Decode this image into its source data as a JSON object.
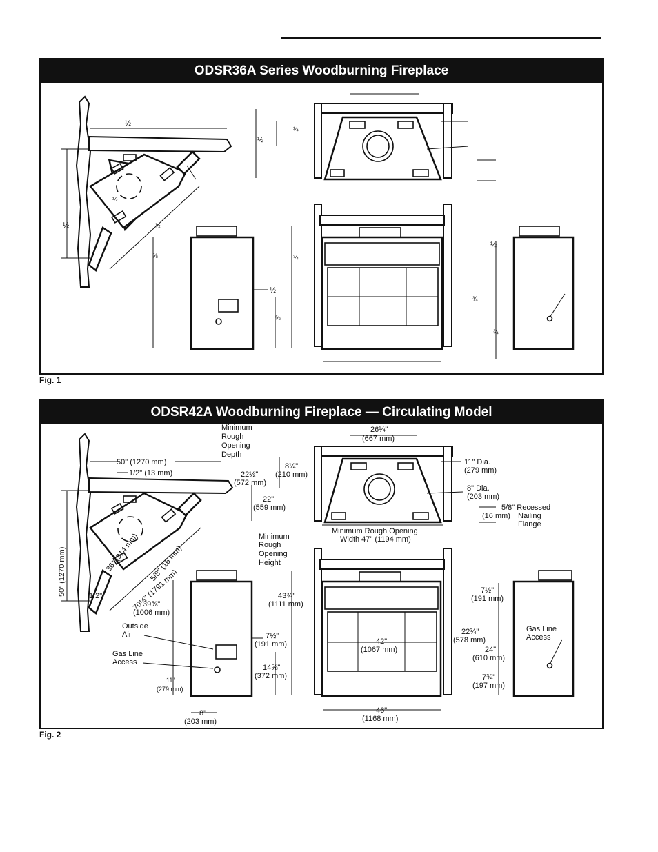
{
  "fig1": {
    "title": "ODSR36A Series Woodburning Fireplace",
    "caption": "Fig. 1",
    "labels": {
      "a1": "½",
      "a2": "½",
      "a3": "½",
      "a4": "½",
      "b1": "¼",
      "b2": "½",
      "c1": "⅝",
      "c2": "½",
      "c3": "⅝",
      "d1": "¾",
      "d2": "½",
      "d3": "¾",
      "d4": "¾"
    }
  },
  "fig2": {
    "title": "ODSR42A Woodburning Fireplace — Circulating Model",
    "caption": "Fig. 2",
    "labels": {
      "top_50": "50\" (1270 mm)",
      "top_half": "1/2\" (13 mm)",
      "left_50": "50\" (1270 mm)",
      "left_half": "1/2\"",
      "diag_36": "36\" (914 mm)",
      "diag_58": "5/8\" (16 mm)",
      "diag_70": "70½\" (1791 mm)",
      "min_depth_1": "Minimum",
      "min_depth_2": "Rough",
      "min_depth_3": "Opening",
      "min_depth_4": "Depth",
      "w26_1": "26¼\"",
      "w26_2": "(667 mm)",
      "h8_1": "8¼\"",
      "h8_2": "(210 mm)",
      "h22a_1": "22½\"",
      "h22a_2": "(572 mm)",
      "h22_1": "22\"",
      "h22_2": "(559 mm)",
      "dia11_1": "11\" Dia.",
      "dia11_2": "(279 mm)",
      "dia8_1": "8\" Dia.",
      "dia8_2": "(203 mm)",
      "flange_1": "5/8\" Recessed",
      "flange_2": "(16 mm)",
      "flange_3": "Nailing",
      "flange_4": "Flange",
      "width47_1": "Minimum Rough Opening",
      "width47_2": "Width 47\" (1194 mm)",
      "min_h_1": "Minimum",
      "min_h_2": "Rough",
      "min_h_3": "Opening",
      "min_h_4": "Height",
      "h39_1": "39⅝\"",
      "h39_2": "(1006 mm)",
      "outside_1": "Outside",
      "outside_2": "Air",
      "gas_1": "Gas Line",
      "gas_2": "Access",
      "h7a_1": "7½\"",
      "h7a_2": "(191 mm)",
      "h14_1": "14⅝\"",
      "h14_2": "(372 mm)",
      "w11_1": "11\"",
      "w11_2": "(279 mm)",
      "w8_1": "8\"",
      "w8_2": "(203 mm)",
      "h43_1": "43¾\"",
      "h43_2": "(1111 mm)",
      "w42_1": "42\"",
      "w42_2": "(1067 mm)",
      "w46_1": "46\"",
      "w46_2": "(1168 mm)",
      "r7_1": "7½\"",
      "r7_2": "(191 mm)",
      "r22_1": "22¾\"",
      "r22_2": "(578 mm)",
      "r24_1": "24\"",
      "r24_2": "(610 mm)",
      "r73_1": "7¾\"",
      "r73_2": "(197 mm)",
      "side_gas_1": "Gas Line",
      "side_gas_2": "Access"
    }
  }
}
